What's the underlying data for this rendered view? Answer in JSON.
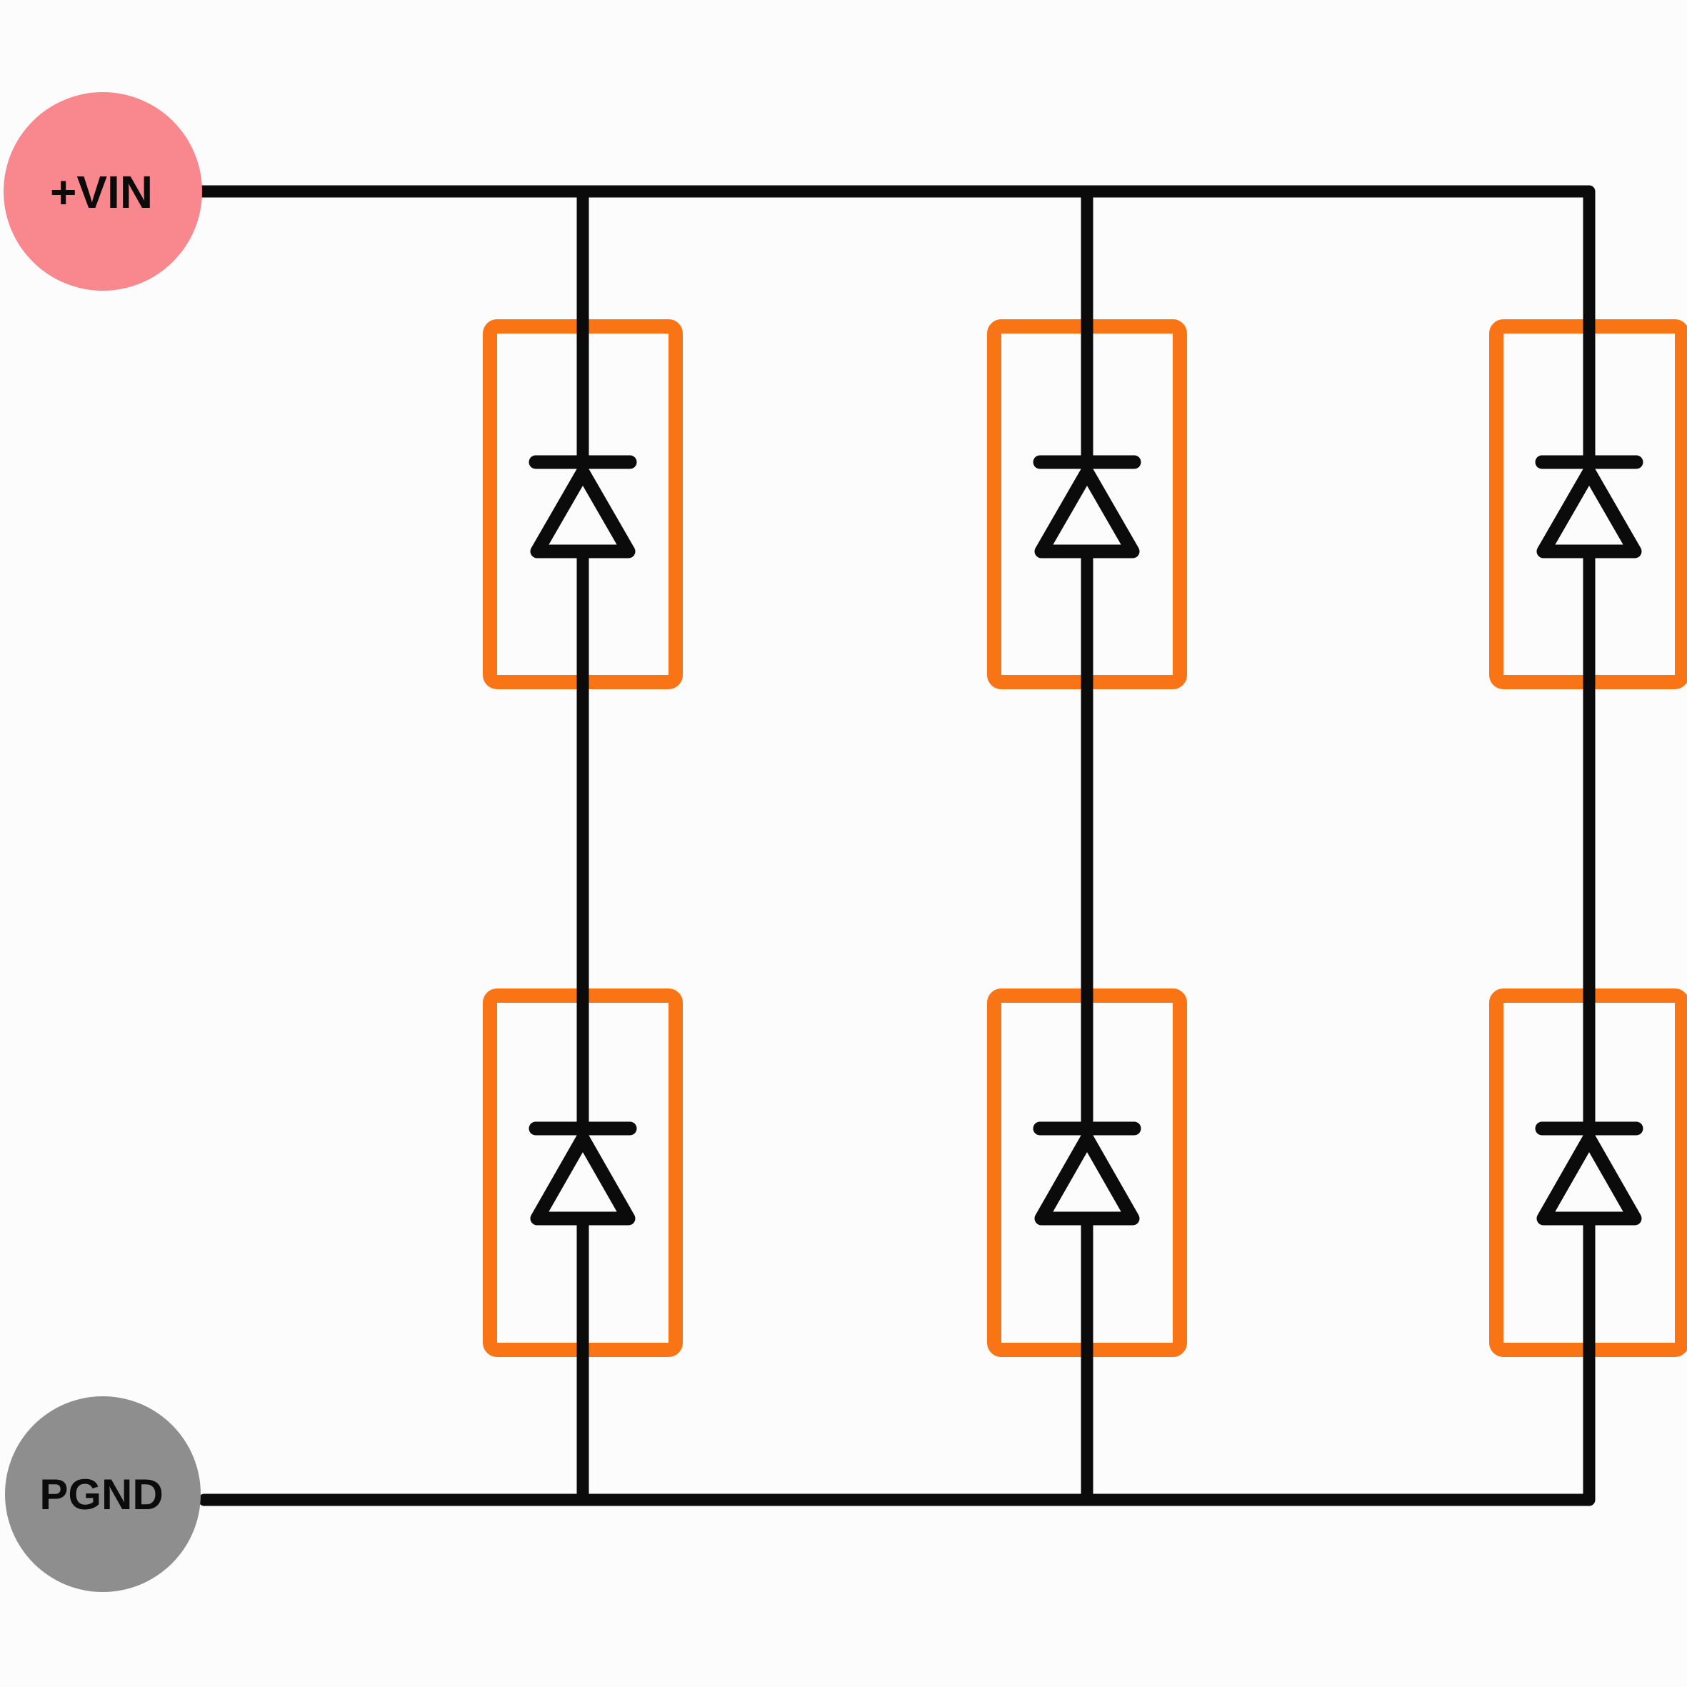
{
  "terminals": {
    "vin": {
      "label": "+VIN",
      "color": "#F9878E"
    },
    "pgnd": {
      "label": "PGND",
      "color": "#8E8E8E"
    }
  },
  "colors": {
    "background": "#FCFCFC",
    "wire": "#0B0B0B",
    "highlight": "#F97414",
    "diode_fill": "#FCFCFC"
  },
  "structure": {
    "branch_count": 3,
    "diodes_per_branch": 2,
    "diode_orientation": "anode-bottom-cathode-top"
  }
}
